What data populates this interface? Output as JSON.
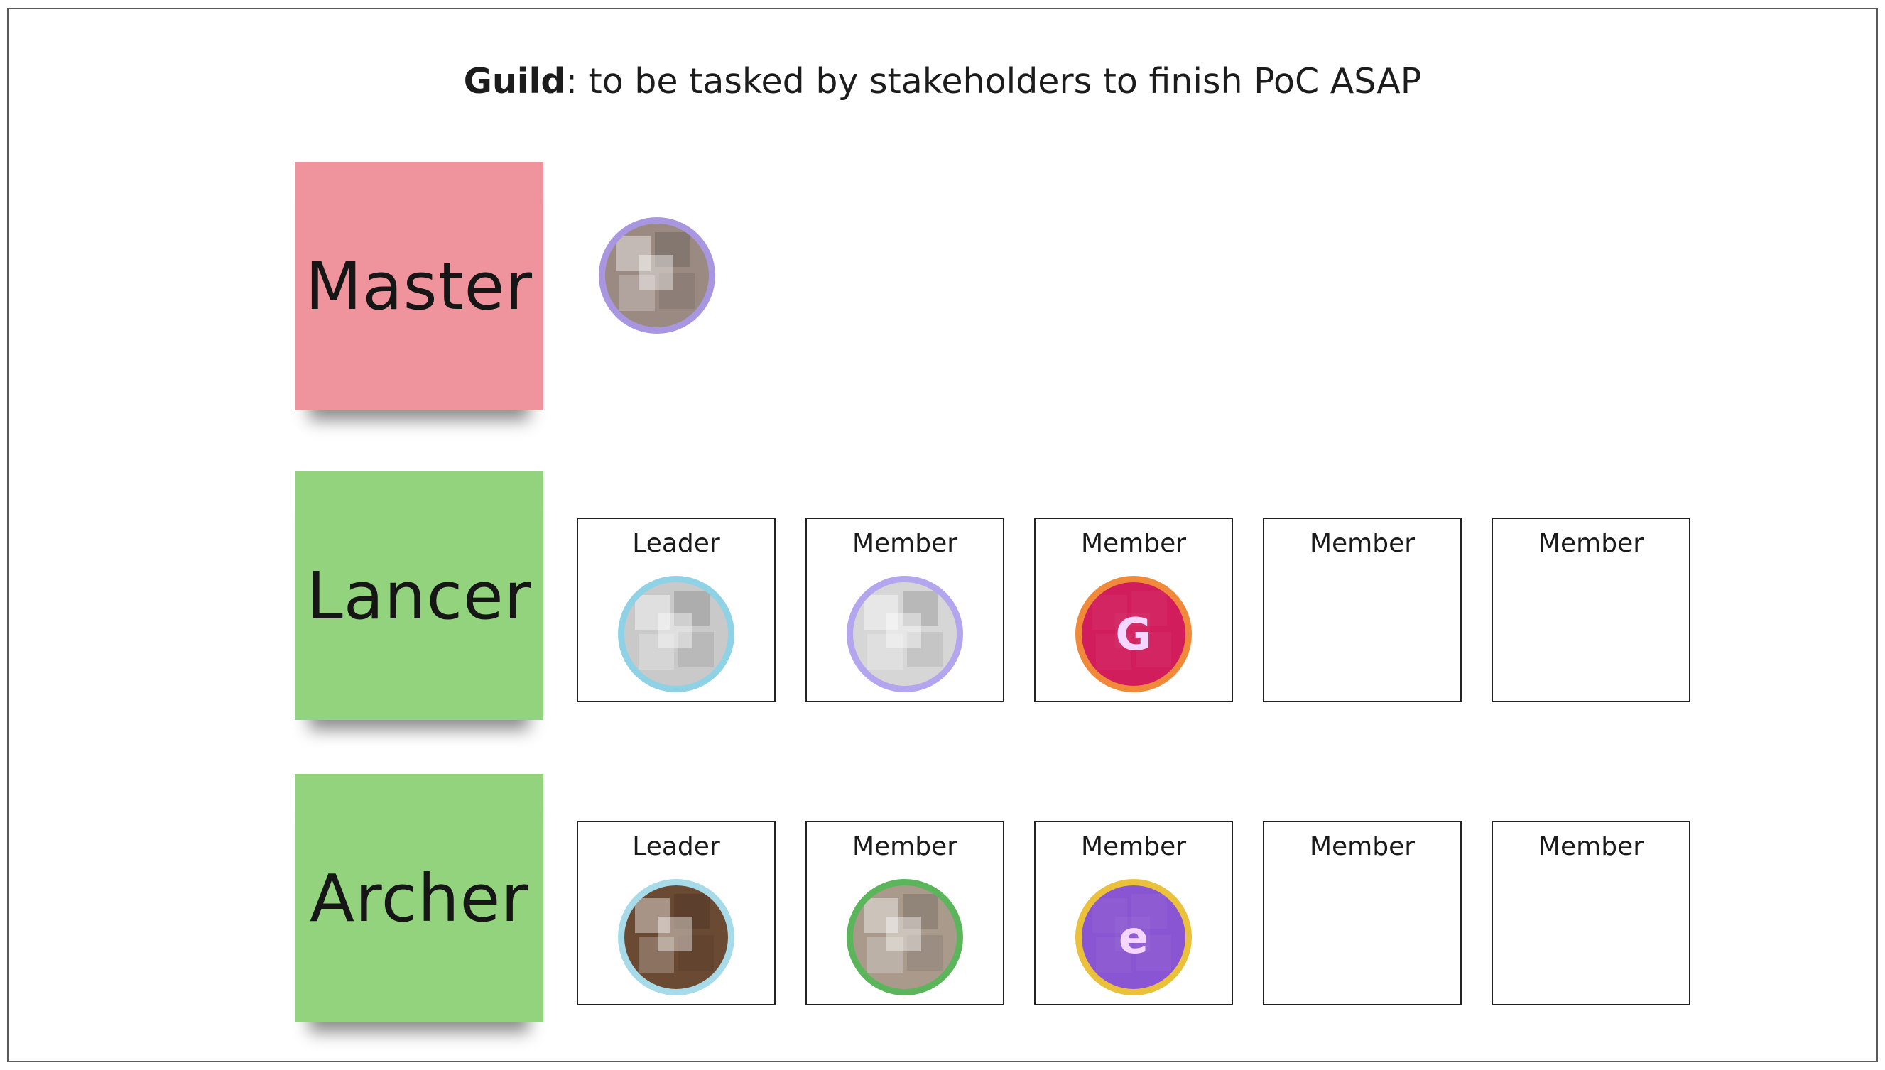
{
  "title": {
    "bold": "Guild",
    "rest": ": to be tasked by stakeholders to finish PoC ASAP"
  },
  "rows": {
    "master": {
      "label": "Master",
      "color": "#ef949d",
      "avatar": {
        "ring": "#a897e0",
        "fill": "#9a8a82"
      }
    },
    "lancer": {
      "label": "Lancer",
      "color": "#93d37e",
      "slots": [
        {
          "label": "Leader",
          "avatar": {
            "ring": "#8fd2e6",
            "fill": "#c9c9c9",
            "initial": ""
          }
        },
        {
          "label": "Member",
          "avatar": {
            "ring": "#b3a6ee",
            "fill": "#d6d6d6",
            "initial": ""
          }
        },
        {
          "label": "Member",
          "avatar": {
            "ring": "#f08a3a",
            "fill": "#d11d5c",
            "initial": "G"
          }
        },
        {
          "label": "Member"
        },
        {
          "label": "Member"
        }
      ]
    },
    "archer": {
      "label": "Archer",
      "color": "#93d37e",
      "slots": [
        {
          "label": "Leader",
          "avatar": {
            "ring": "#a8dbea",
            "fill": "#6b4a33",
            "initial": ""
          }
        },
        {
          "label": "Member",
          "avatar": {
            "ring": "#5bb55b",
            "fill": "#a99a8c",
            "initial": ""
          }
        },
        {
          "label": "Member",
          "avatar": {
            "ring": "#ebc13b",
            "fill": "#8a55d2",
            "initial": "e"
          }
        },
        {
          "label": "Member"
        },
        {
          "label": "Member"
        }
      ]
    }
  }
}
